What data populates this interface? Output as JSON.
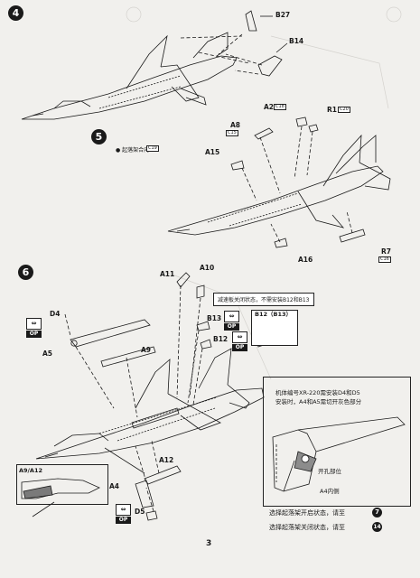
{
  "steps": {
    "s4": "4",
    "s5": "5",
    "s6": "6"
  },
  "step5_note": {
    "text": "起落架合内",
    "code": "C19"
  },
  "parts": {
    "B27": "B27",
    "B14": "B14",
    "A2": "A2",
    "A2_code": "C18",
    "R1": "R1",
    "R1_code": "C20",
    "A8": "A8",
    "A8_code": "C15",
    "A15": "A15",
    "A16": "A16",
    "R7": "R7",
    "R7_code": "C16",
    "A11": "A11",
    "A10": "A10",
    "D4": "D4",
    "A5": "A5",
    "A9": "A9",
    "B13": "B13",
    "B12": "B12",
    "A12": "A12",
    "A4": "A4",
    "D5": "D5",
    "A9A12": "A9/A12"
  },
  "op_label": "OP",
  "notes": {
    "speedbrake": "减速板关闭状态，不需安装B12和B13",
    "b12b13": "B12（B13）",
    "cut_box_line1": "机体编号XR-220需安装D4和D5",
    "cut_box_line2": "安装时，A4和A5需切开灰色部分",
    "opening": "开孔部位",
    "a4_inside": "A4内侧"
  },
  "footer": {
    "gear_open": "选择起落架开启状态，请至",
    "gear_open_step": "7",
    "gear_closed": "选择起落架关闭状态，请至",
    "gear_closed_step": "14"
  },
  "page_number": "3"
}
